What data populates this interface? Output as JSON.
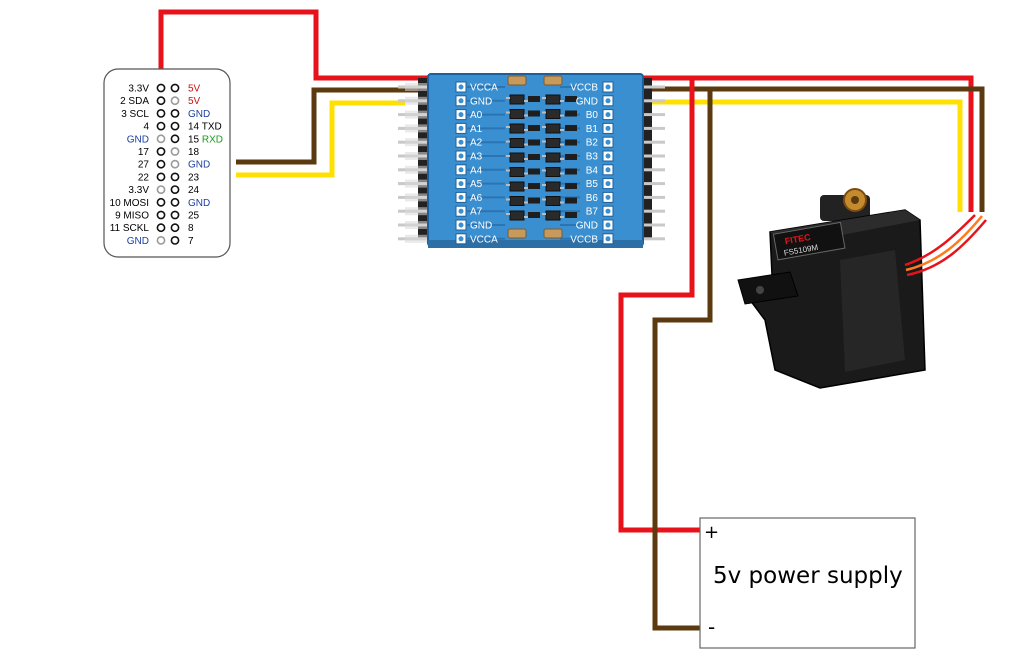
{
  "colors": {
    "power_wire": "#e8121a",
    "ground_wire": "#5a3a0e",
    "signal_wire": "#ffe000",
    "pcb_blue": "#3a8fd0",
    "pcb_dark_blue": "#1d5f9c",
    "header_pin": "#c9c9c9",
    "servo_body": "#1a1a1a",
    "label_default": "#000000",
    "label_power": "#cc1111",
    "label_ground": "#1b3fa0",
    "label_rx": "#1a9a1a"
  },
  "gpio_header": {
    "left_labels": [
      {
        "text": "3.3V",
        "color_key": "label_default"
      },
      {
        "text": "2 SDA",
        "color_key": "label_default"
      },
      {
        "text": "3 SCL",
        "color_key": "label_default"
      },
      {
        "text": "4",
        "color_key": "label_default"
      },
      {
        "text": "GND",
        "color_key": "label_ground"
      },
      {
        "text": "17",
        "color_key": "label_default"
      },
      {
        "text": "27",
        "color_key": "label_default"
      },
      {
        "text": "22",
        "color_key": "label_default"
      },
      {
        "text": "3.3V",
        "color_key": "label_default"
      },
      {
        "text": "10 MOSI",
        "color_key": "label_default"
      },
      {
        "text": "9 MISO",
        "color_key": "label_default"
      },
      {
        "text": "11 SCKL",
        "color_key": "label_default"
      },
      {
        "text": "GND",
        "color_key": "label_ground"
      }
    ],
    "right_labels": [
      [
        {
          "text": "5V",
          "color_key": "label_power"
        }
      ],
      [
        {
          "text": "5V",
          "color_key": "label_power"
        }
      ],
      [
        {
          "text": "GND",
          "color_key": "label_ground"
        }
      ],
      [
        {
          "text": "14 TXD",
          "color_key": "label_default"
        }
      ],
      [
        {
          "text": "15 ",
          "color_key": "label_default"
        },
        {
          "text": "RXD",
          "color_key": "label_rx"
        }
      ],
      [
        {
          "text": "18",
          "color_key": "label_default"
        }
      ],
      [
        {
          "text": "GND",
          "color_key": "label_ground"
        }
      ],
      [
        {
          "text": "23",
          "color_key": "label_default"
        }
      ],
      [
        {
          "text": "24",
          "color_key": "label_default"
        }
      ],
      [
        {
          "text": "GND",
          "color_key": "label_ground"
        }
      ],
      [
        {
          "text": "25",
          "color_key": "label_default"
        }
      ],
      [
        {
          "text": "8",
          "color_key": "label_default"
        }
      ],
      [
        {
          "text": "7",
          "color_key": "label_default"
        }
      ]
    ]
  },
  "level_shifter": {
    "left_pins": [
      "VCCA",
      "GND",
      "A0",
      "A1",
      "A2",
      "A3",
      "A4",
      "A5",
      "A6",
      "A7",
      "GND",
      "VCCA"
    ],
    "right_pins": [
      "VCCB",
      "GND",
      "B0",
      "B1",
      "B2",
      "B3",
      "B4",
      "B5",
      "B6",
      "B7",
      "GND",
      "VCCB"
    ]
  },
  "servo": {
    "brand": "FITEC",
    "model": "FS5109M"
  },
  "power_supply": {
    "title": "5v power supply",
    "plus": "+",
    "minus": "-"
  }
}
